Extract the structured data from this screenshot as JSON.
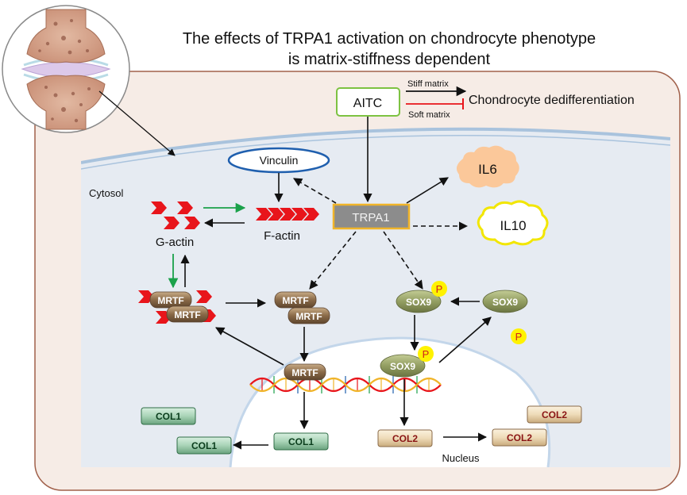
{
  "title": {
    "line1": "The effects of TRPA1 activation on chondrocyte phenotype",
    "line2": "is matrix-stiffness dependent"
  },
  "labels": {
    "cytosol": "Cytosol",
    "nucleus": "Nucleus",
    "aitc": "AITC",
    "stiff_matrix": "Stiff matrix",
    "soft_matrix": "Soft matrix",
    "dedifferentiation": "Chondrocyte dedifferentiation",
    "vinculin": "Vinculin",
    "trpa1": "TRPA1",
    "il6": "IL6",
    "il10": "IL10",
    "f_actin": "F-actin",
    "g_actin": "G-actin",
    "mrtf": "MRTF",
    "sox9": "SOX9",
    "p": "P",
    "col1": "COL1",
    "col2": "COL2"
  },
  "colors": {
    "cell_fill": "#f6ece6",
    "cell_border": "#a0604a",
    "cytosol_fill": "#e6ebf2",
    "membrane": "#a9c3dd",
    "nucleus_fill": "#ffffff",
    "actin": "#e8151b",
    "green_arrow": "#1aa14a",
    "red_inhibit": "#e8151b",
    "aitc_border": "#7dc242",
    "vinculin_border": "#1f5fae",
    "trpa1_fill": "#8c8c8c",
    "trpa1_border": "#f0b429",
    "il6_fill": "#fbc89a",
    "il10_border": "#f2e600",
    "mrtf_fill": "#9a7b5a",
    "sox9_fill": "#98a36a",
    "phospho_fill": "#fff200",
    "phospho_text": "#d0211c",
    "col1_text": "#0a3d1c",
    "col2_text": "#8a1414"
  }
}
